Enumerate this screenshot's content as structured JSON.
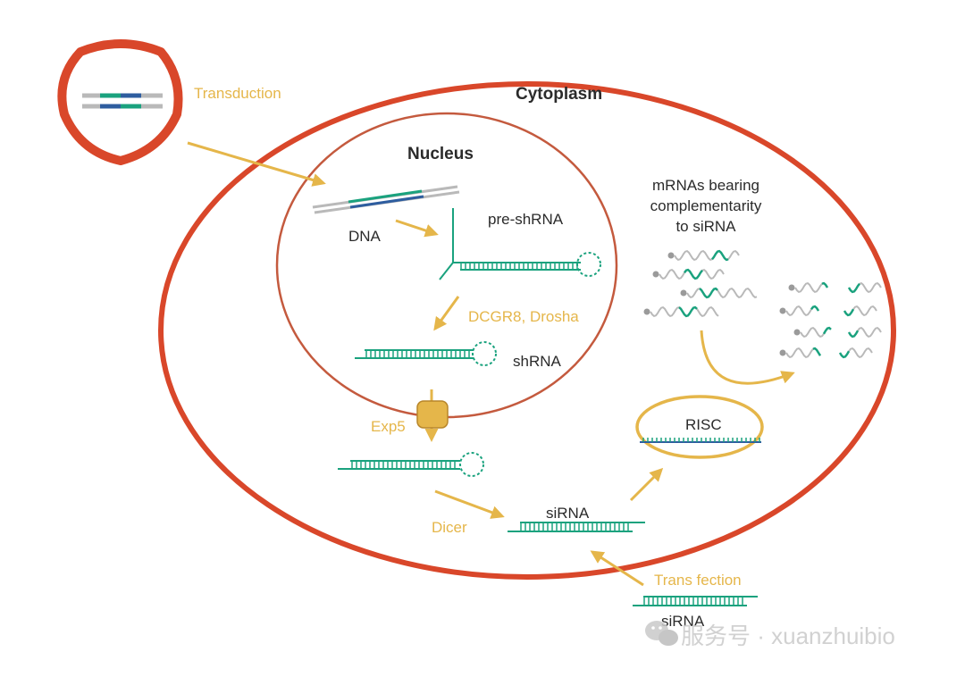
{
  "colors": {
    "membrane": "#d9472a",
    "gold": "#e5b64a",
    "teal": "#1aa27e",
    "blue": "#2e5d9f",
    "gray": "#b9b9b9",
    "text": "#2b2b2b"
  },
  "labels": {
    "cytoplasm": "Cytoplasm",
    "nucleus": "Nucleus",
    "transduction": "Transduction",
    "dna": "DNA",
    "pre_shrna": "pre-shRNA",
    "dcgr8_drosha": "DCGR8, Drosha",
    "shrna": "shRNA",
    "exp5": "Exp5",
    "dicer": "Dicer",
    "sirna": "siRNA",
    "sirna_bottom": "siRNA",
    "risc": "RISC",
    "transfection": "Trans fection",
    "mrna_line1": "mRNAs bearing",
    "mrna_line2": "complementarity",
    "mrna_line3": "to siRNA"
  },
  "watermark": {
    "text": "服务号 · xuanzhuibio",
    "icon": "wechat-icon"
  },
  "icons": {
    "virus": "virus-capsid-icon",
    "risc_complex": "risc-complex-icon",
    "nuclear_pore": "exportin5-pore-icon"
  }
}
